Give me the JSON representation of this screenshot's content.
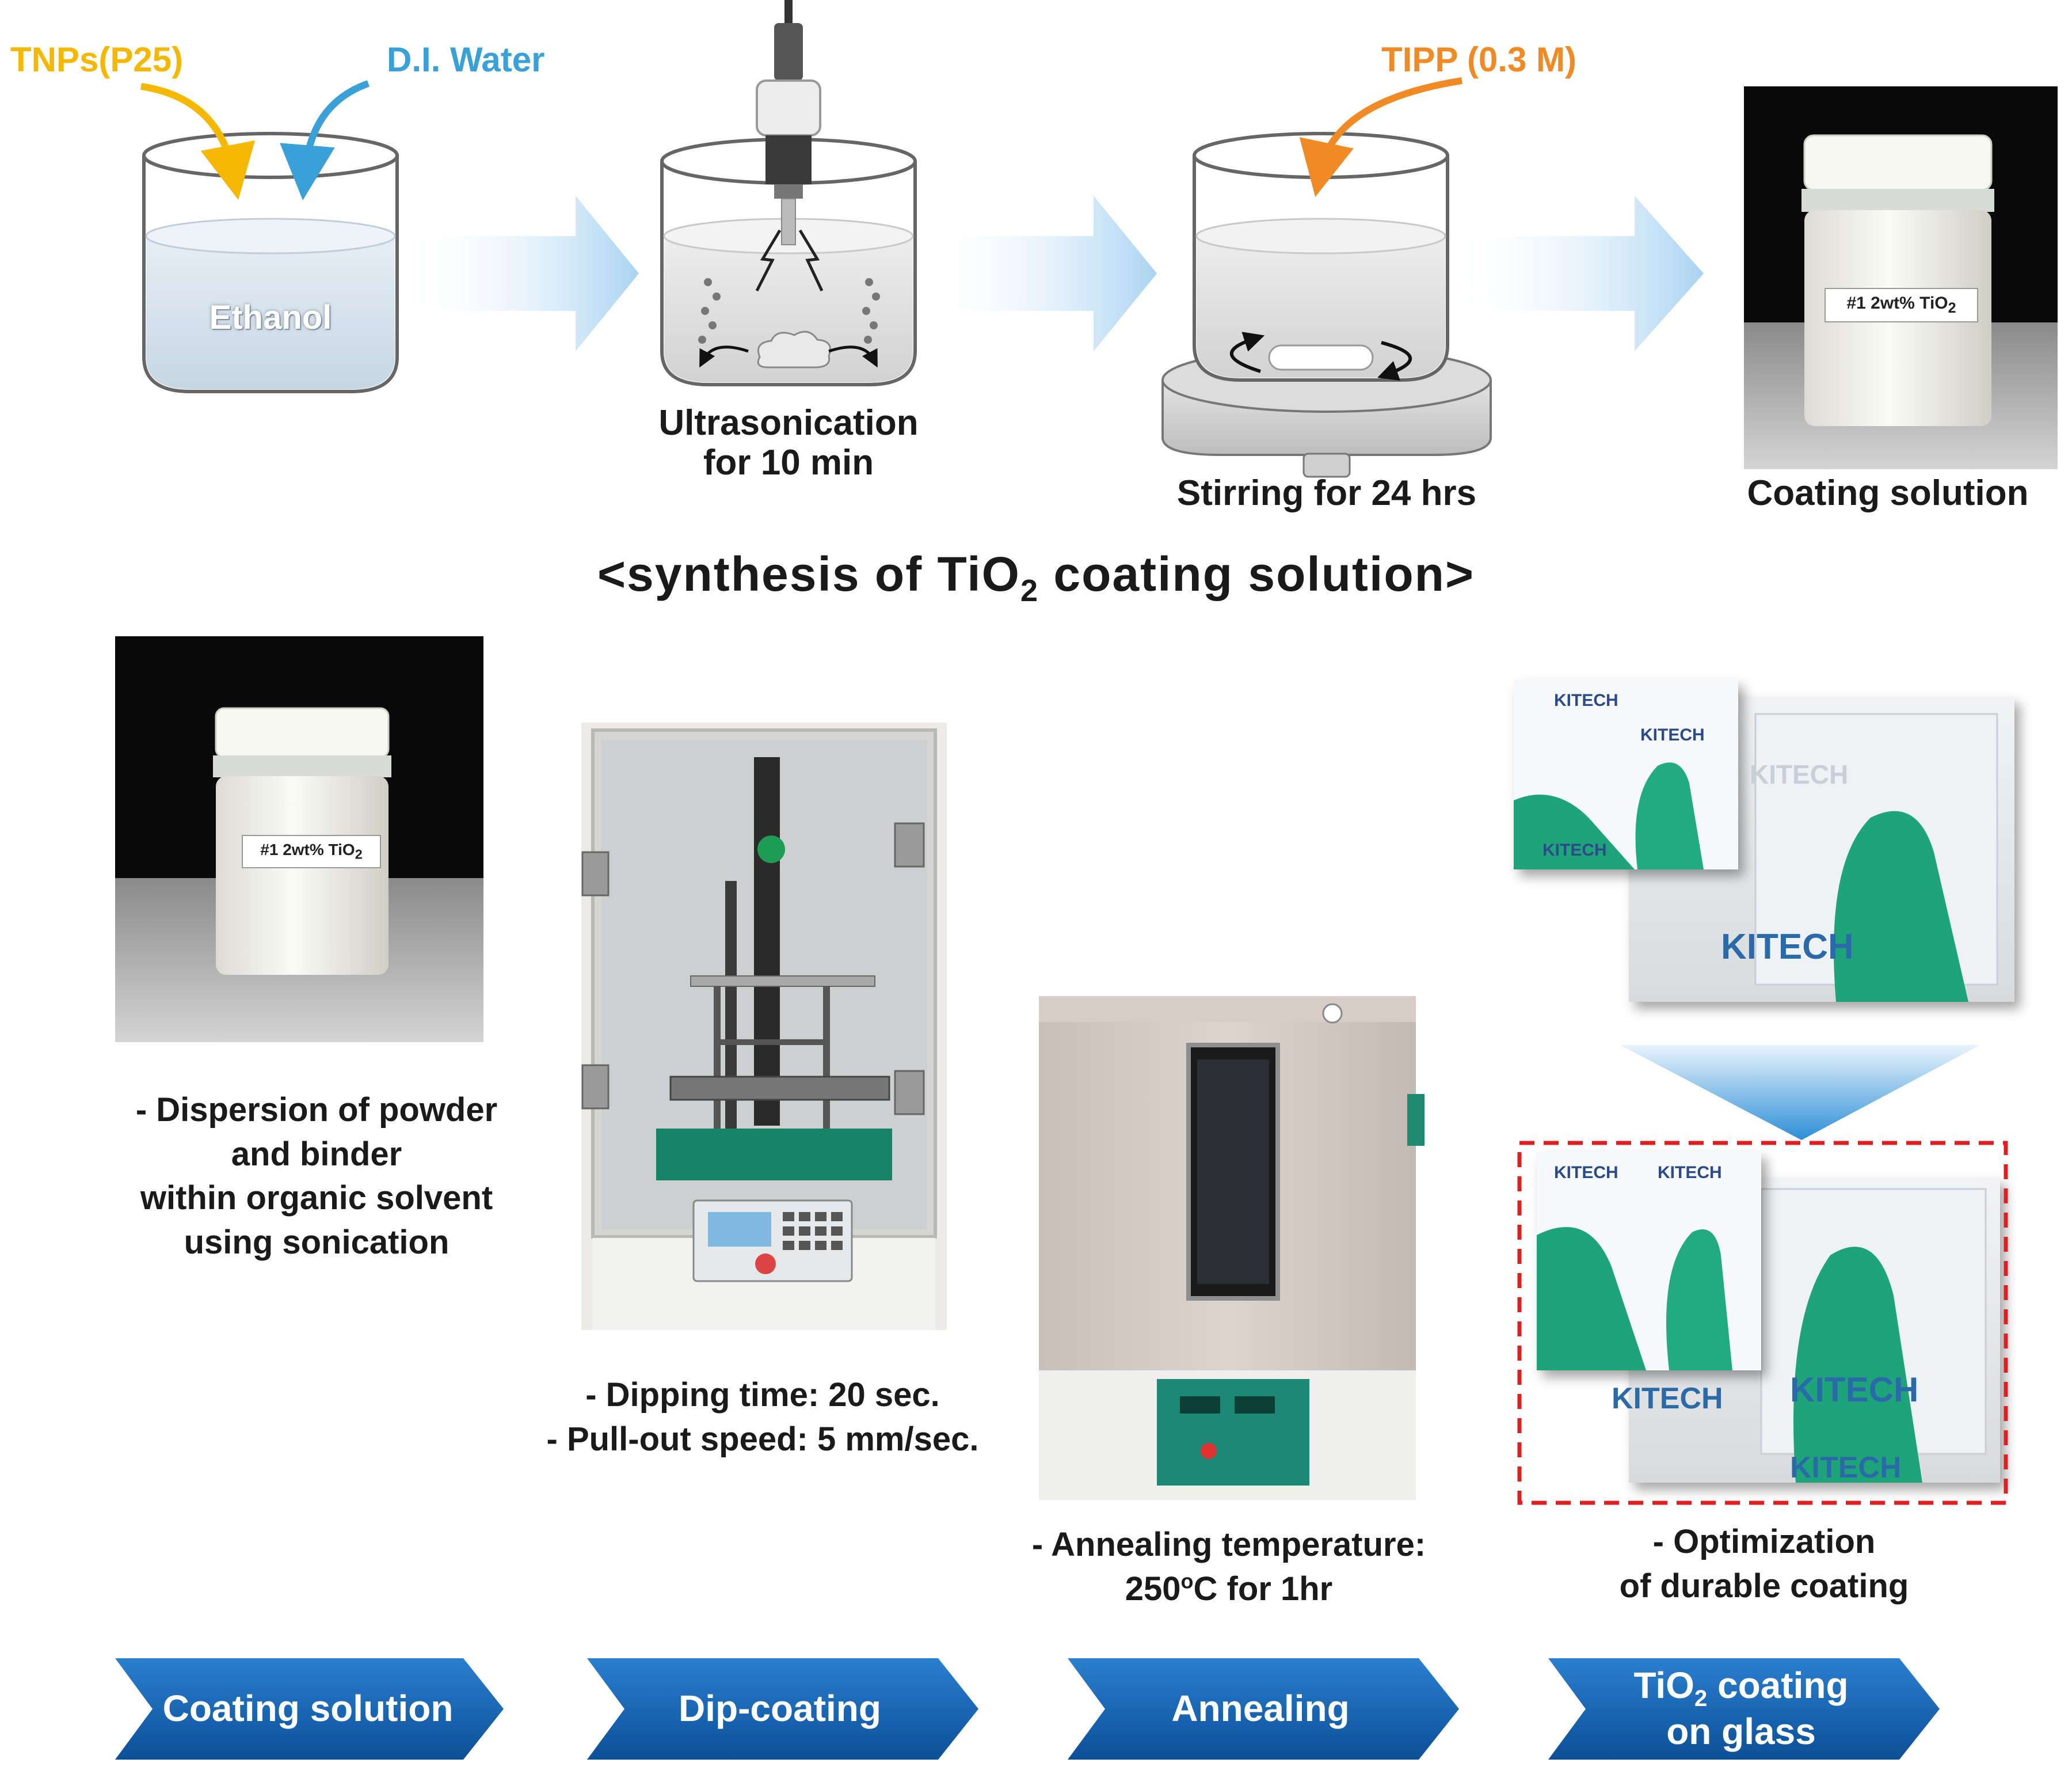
{
  "top": {
    "inputs": {
      "tnps": "TNPs(P25)",
      "water": "D.I. Water",
      "tipp": "TIPP (0.3 M)"
    },
    "beaker1_liquid": "Ethanol",
    "step2": [
      "Ultrasonication",
      "for 10 min"
    ],
    "step3": "Stirring for 24 hrs",
    "step4": "Coating solution",
    "jar_label": "#1 2wt% TiO",
    "jar_label_sub": "2"
  },
  "section_title": {
    "prefix": "<synthesis of TiO",
    "sub": "2",
    "suffix": " coating solution>"
  },
  "bottom": {
    "note1": [
      "- Dispersion of powder",
      "and binder",
      "within organic solvent",
      "using sonication"
    ],
    "note2": [
      "- Dipping time: 20 sec.",
      "- Pull-out speed: 5 mm/sec."
    ],
    "note3": [
      "- Annealing temperature:",
      "250"
    ],
    "note3_deg": "o",
    "note3_tail": "C for 1hr",
    "note4": [
      "- Optimization",
      "of durable coating"
    ],
    "kitech_text": "KITECH"
  },
  "process": {
    "step1": "Coating solution",
    "step2": "Dip-coating",
    "step3": "Annealing",
    "step4_prefix": "TiO",
    "step4_sub": "2",
    "step4_suffix": " coating",
    "step4_line2": "on glass"
  },
  "colors": {
    "tnps": "#f5b800",
    "water": "#3aa0d8",
    "tipp": "#f08a24",
    "chevron": "#1565b5",
    "dashed_box": "#e02020",
    "glove": "#1fa47a"
  }
}
